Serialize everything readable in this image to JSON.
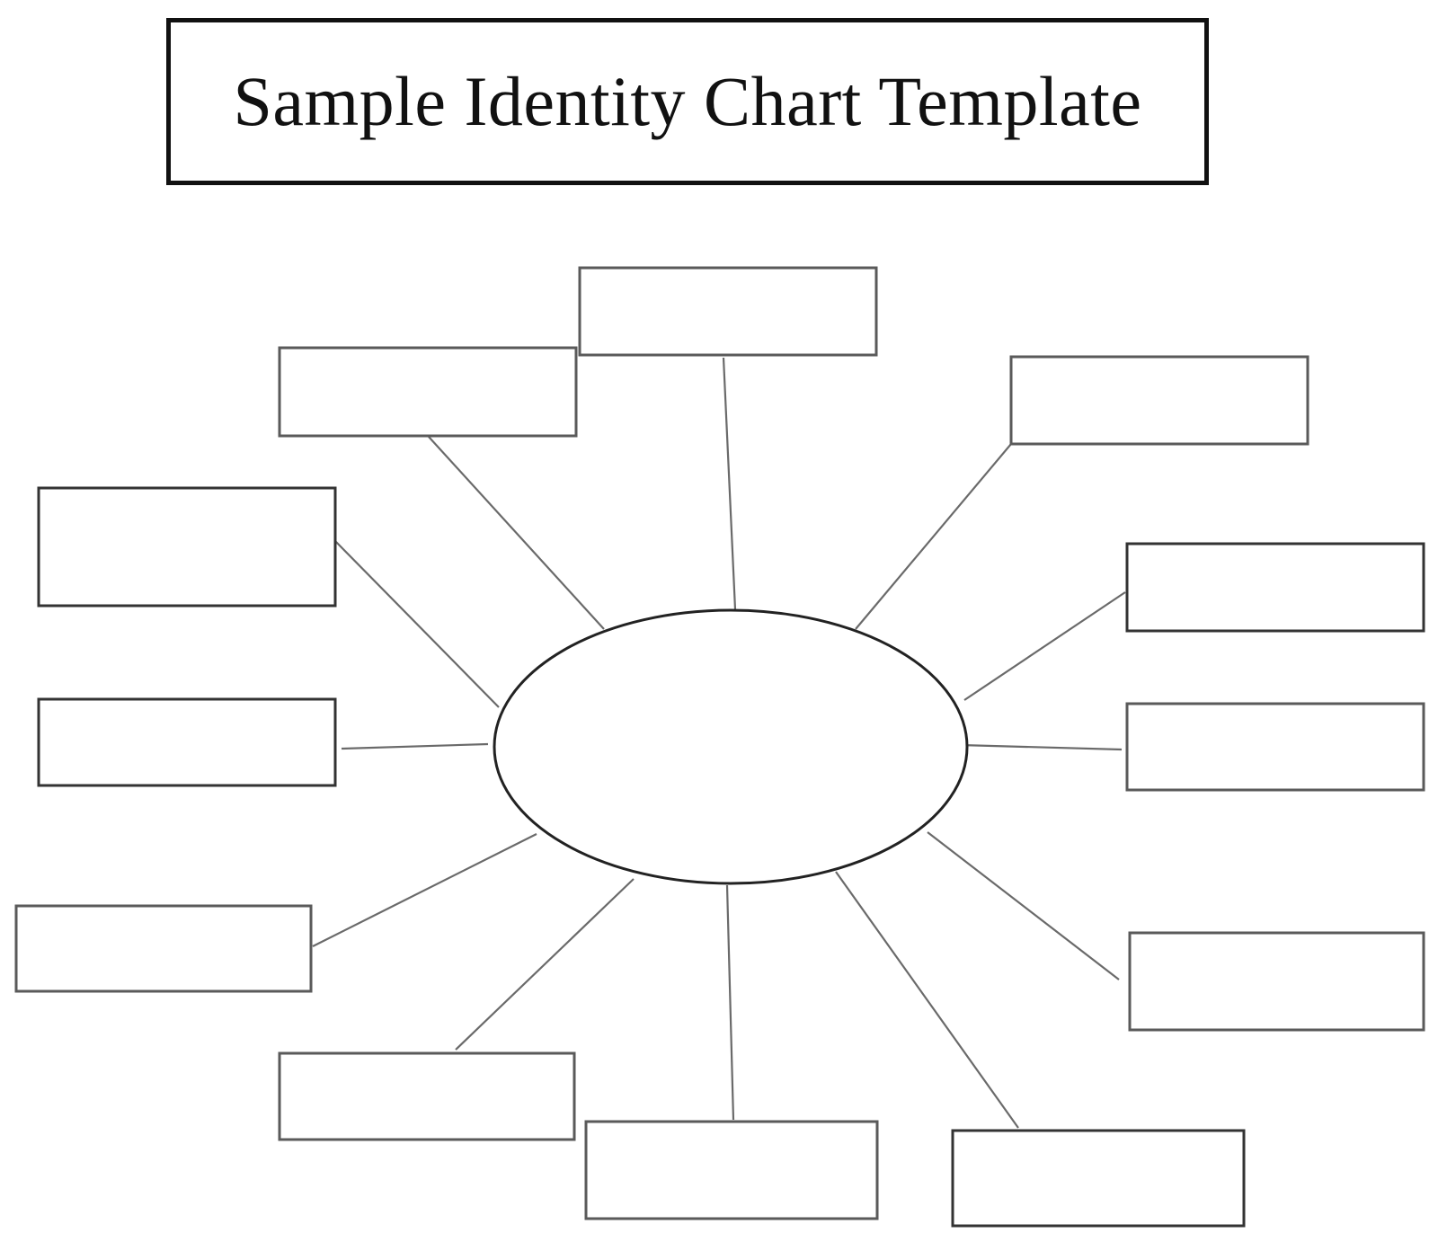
{
  "title": "Sample Identity Chart Template",
  "diagram": {
    "center_label": "",
    "boxes": [
      {
        "id": "top",
        "label": ""
      },
      {
        "id": "upper-left",
        "label": ""
      },
      {
        "id": "upper-right",
        "label": ""
      },
      {
        "id": "left-upper",
        "label": ""
      },
      {
        "id": "right-upper",
        "label": ""
      },
      {
        "id": "left-middle",
        "label": ""
      },
      {
        "id": "right-middle",
        "label": ""
      },
      {
        "id": "left-lower",
        "label": ""
      },
      {
        "id": "right-lower",
        "label": ""
      },
      {
        "id": "bottom-left",
        "label": ""
      },
      {
        "id": "bottom-center",
        "label": ""
      },
      {
        "id": "bottom-right",
        "label": ""
      }
    ]
  }
}
